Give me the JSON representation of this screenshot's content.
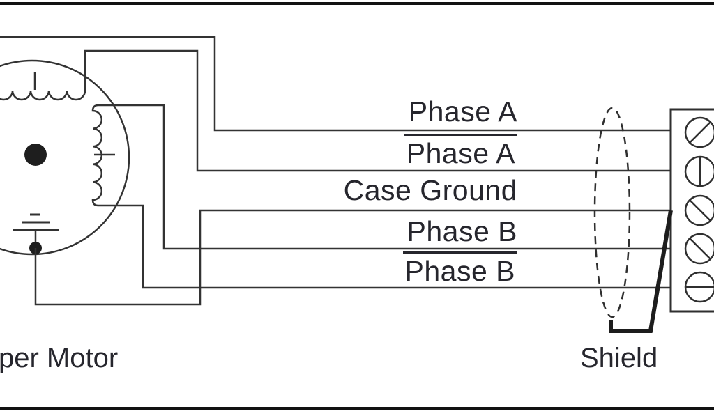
{
  "figure": {
    "motor_caption": "per Motor",
    "shield_caption": "Shield",
    "wires": [
      {
        "label": "Phase A",
        "negated": false
      },
      {
        "label": "Phase A",
        "negated": true
      },
      {
        "label": "Case Ground",
        "negated": false
      },
      {
        "label": "Phase B",
        "negated": false
      },
      {
        "label": "Phase B",
        "negated": true
      }
    ],
    "terminal_count": 5,
    "colors": {
      "line": "#333333",
      "thick_line": "#1d1d1d",
      "text": "#26262d",
      "background": "#ffffff"
    }
  }
}
